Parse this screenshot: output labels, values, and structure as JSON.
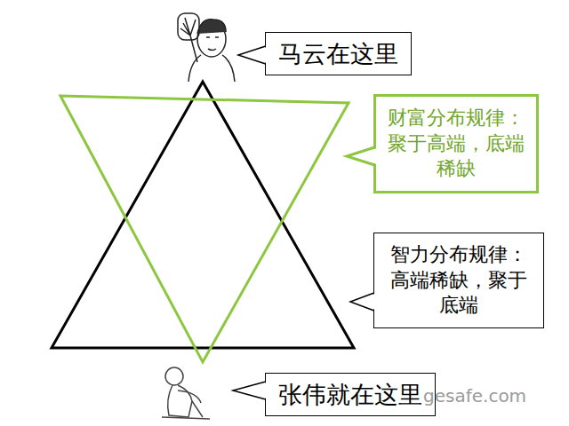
{
  "diagram": {
    "nodes": [
      {
        "text": [
          "马云在这里"
        ]
      },
      {
        "text": [
          "财富分布规律：聚于高端，底端稀缺"
        ]
      },
      {
        "text": [
          "智力分布规律：高端稀缺，聚于底端"
        ]
      },
      {
        "text": [
          "张伟就在这里"
        ]
      }
    ],
    "labels": [
      "gesafe.com"
    ]
  }
}
